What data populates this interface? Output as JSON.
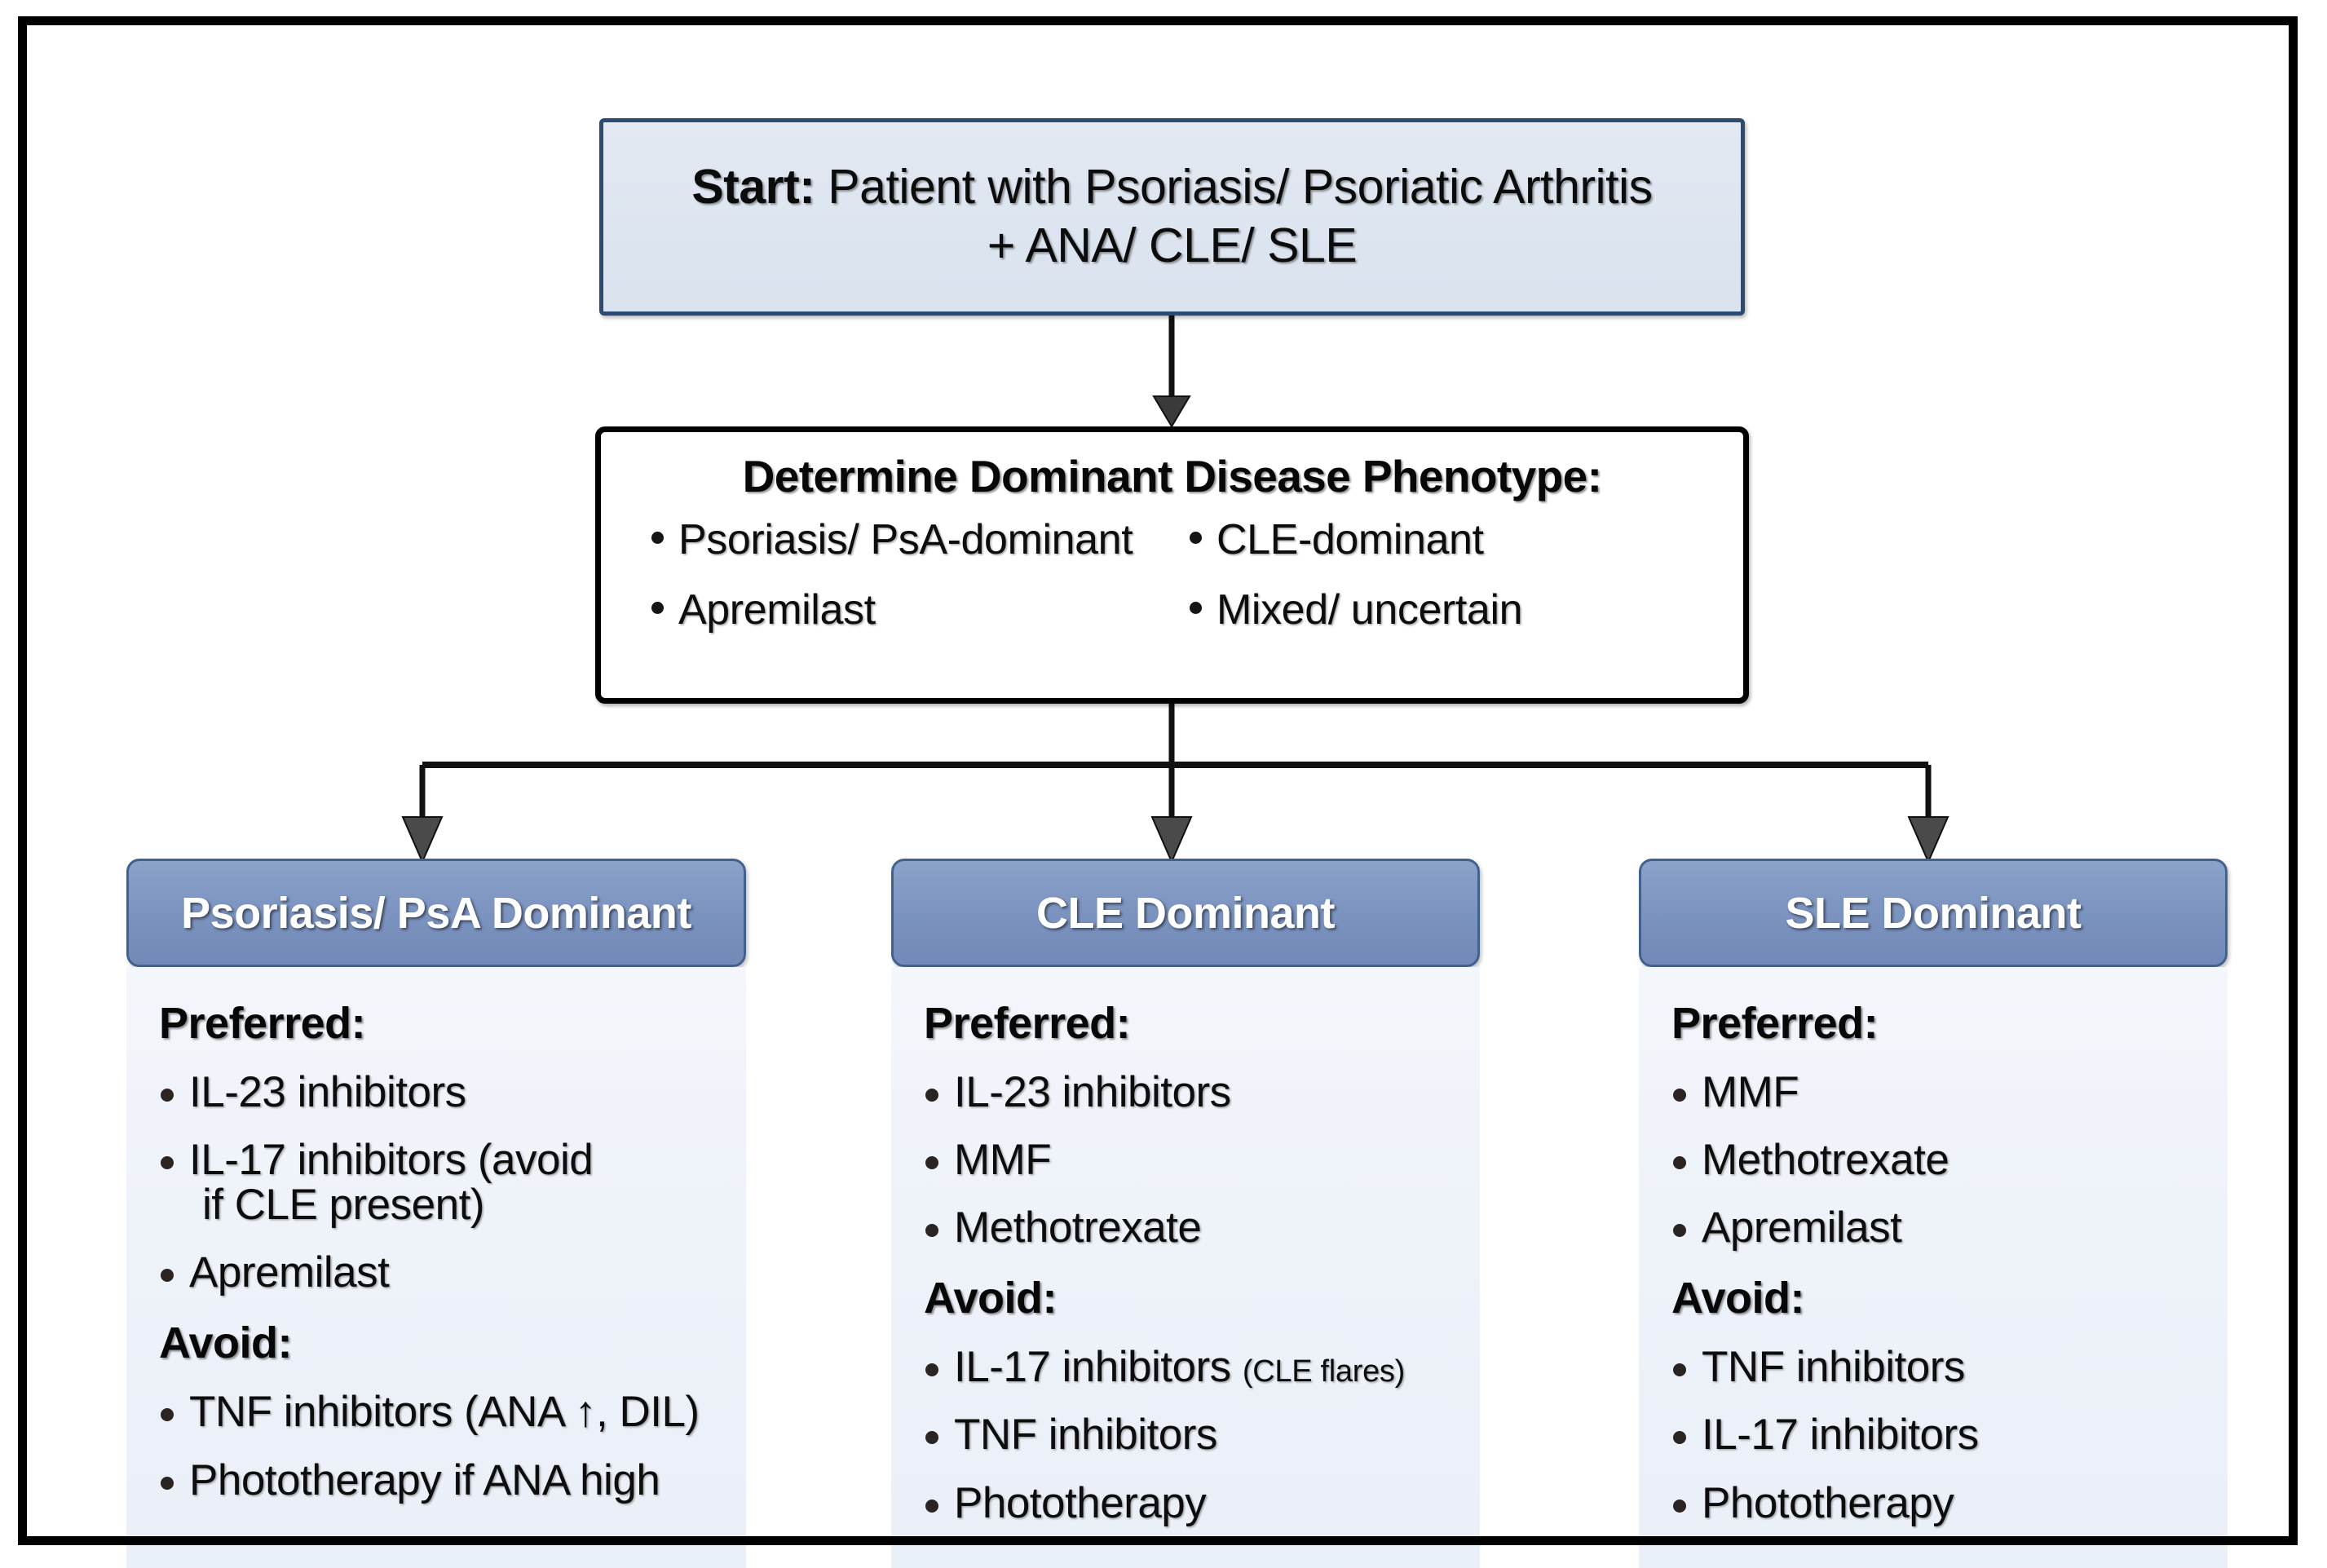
{
  "start": {
    "line1_bold": "Start:",
    "line1_rest": " Patient with Psoriasis/ Psoriatic Arthritis",
    "line2": "+ ANA/ CLE/ SLE"
  },
  "decision": {
    "title": "Determine Dominant Disease Phenotype:",
    "left_options": [
      "Psoriasis/ PsA-dominant",
      "Apremilast"
    ],
    "right_options": [
      "CLE-dominant",
      "Mixed/ uncertain"
    ]
  },
  "columns": [
    {
      "header": "Psoriasis/ PsA Dominant",
      "preferred_label": "Preferred:",
      "preferred": [
        {
          "main": "IL-23 inhibitors",
          "cont": "",
          "small": ""
        },
        {
          "main": "IL-17 inhibitors (avoid",
          "cont": "if CLE present)",
          "small": ""
        },
        {
          "main": "Apremilast",
          "cont": "",
          "small": ""
        }
      ],
      "avoid_label": "Avoid:",
      "avoid": [
        {
          "main": "TNF inhibitors (ANA ↑, DIL)",
          "cont": "",
          "small": ""
        },
        {
          "main": "Phototherapy if ANA high",
          "cont": "",
          "small": ""
        }
      ]
    },
    {
      "header": "CLE Dominant",
      "preferred_label": "Preferred:",
      "preferred": [
        {
          "main": "IL-23 inhibitors",
          "cont": "",
          "small": ""
        },
        {
          "main": "MMF",
          "cont": "",
          "small": ""
        },
        {
          "main": "Methotrexate",
          "cont": "",
          "small": ""
        }
      ],
      "avoid_label": "Avoid:",
      "avoid": [
        {
          "main": "IL-17 inhibitors ",
          "cont": "",
          "small": "(CLE flares)"
        },
        {
          "main": "TNF inhibitors",
          "cont": "",
          "small": ""
        },
        {
          "main": "Phototherapy",
          "cont": "",
          "small": ""
        }
      ]
    },
    {
      "header": "SLE Dominant",
      "preferred_label": "Preferred:",
      "preferred": [
        {
          "main": "MMF",
          "cont": "",
          "small": ""
        },
        {
          "main": "Methotrexate",
          "cont": "",
          "small": ""
        },
        {
          "main": "Apremilast",
          "cont": "",
          "small": ""
        }
      ],
      "avoid_label": "Avoid:",
      "avoid": [
        {
          "main": "TNF inhibitors",
          "cont": "",
          "small": ""
        },
        {
          "main": "IL-17 inhibitors",
          "cont": "",
          "small": ""
        },
        {
          "main": "Phototherapy",
          "cont": "",
          "small": ""
        }
      ]
    }
  ],
  "colors": {
    "frame_border": "#000000",
    "start_fill": "#dde5f0",
    "start_border": "#2d4a70",
    "header_fill": "#7b93bf",
    "header_border": "#41628f",
    "body_fill": "#eef2f9",
    "connector": "#111111"
  }
}
